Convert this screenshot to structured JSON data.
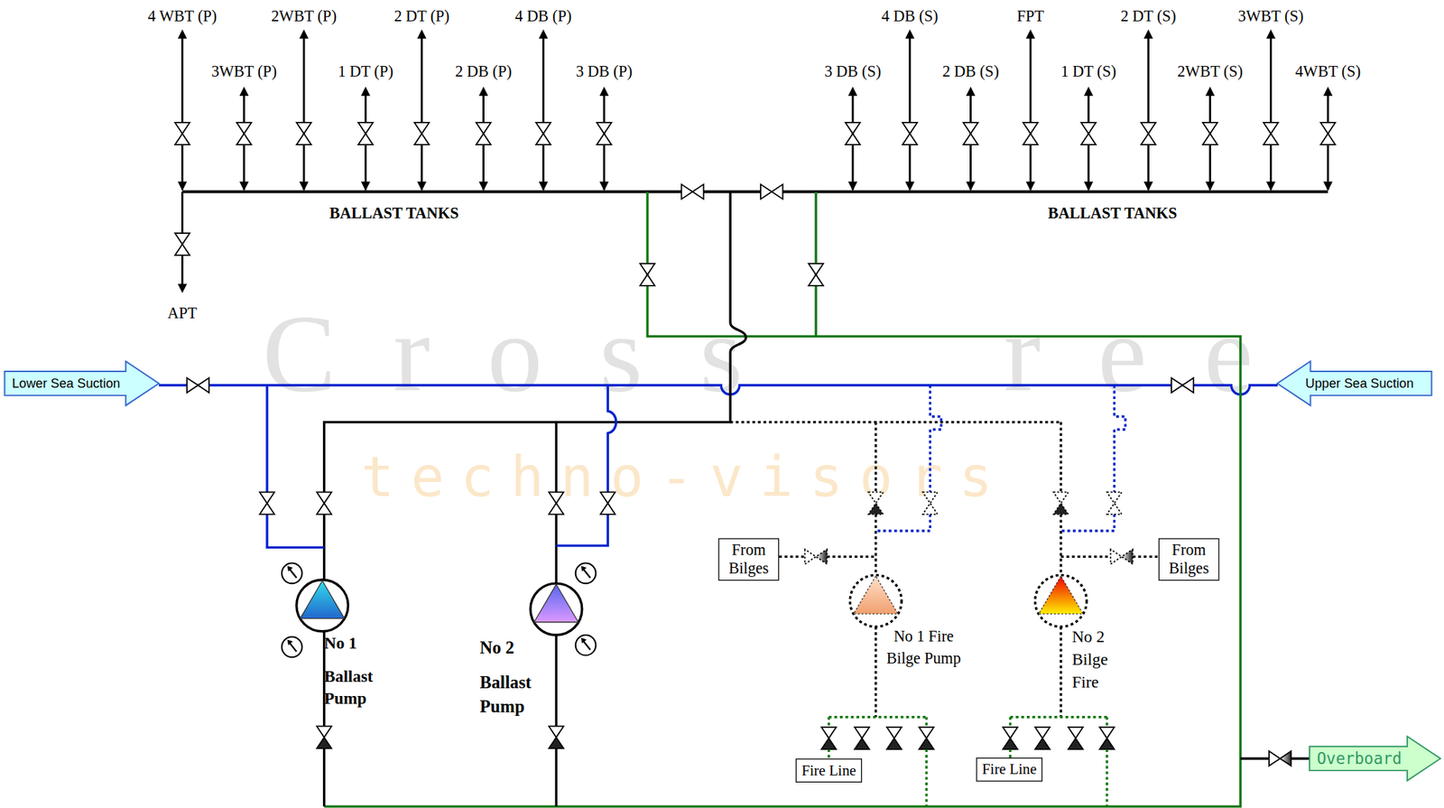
{
  "diagram": {
    "nodes": [
      {
        "text": [
          "Lower Sea Suction"
        ]
      },
      {
        "text": [
          "Upper Sea Suction"
        ]
      },
      {
        "text": [
          "From Bilges"
        ]
      },
      {
        "text": [
          "From Bilges"
        ]
      },
      {
        "text": [
          "Fire Line"
        ]
      },
      {
        "text": [
          "Fire Line"
        ]
      },
      {
        "text": [
          "Overboard"
        ]
      }
    ],
    "edges": [
      {
        "from": 0,
        "to": 1,
        "arrow": "none"
      }
    ],
    "labels": [
      "4 WBT (P)",
      "3WBT (P)",
      "2WBT (P)",
      "1 DT (P)",
      "2 DT (P)",
      "2 DB (P)",
      "4 DB (P)",
      "3 DB (P)",
      "3 DB (S)",
      "4 DB (S)",
      "2 DB (S)",
      "FPT",
      "1 DT (S)",
      "2 DT (S)",
      "2WBT (S)",
      "3WBT (S)",
      "4WBT (S)",
      "BALLAST TANKS",
      "BALLAST TANKS",
      "APT",
      "No 1",
      "Ballast Pump",
      "No 2",
      "Ballast Pump",
      "No 1 Fire Bilge Pump",
      "No 2 Bilge Fire",
      "Cross",
      "ree",
      "techno-visors"
    ]
  }
}
